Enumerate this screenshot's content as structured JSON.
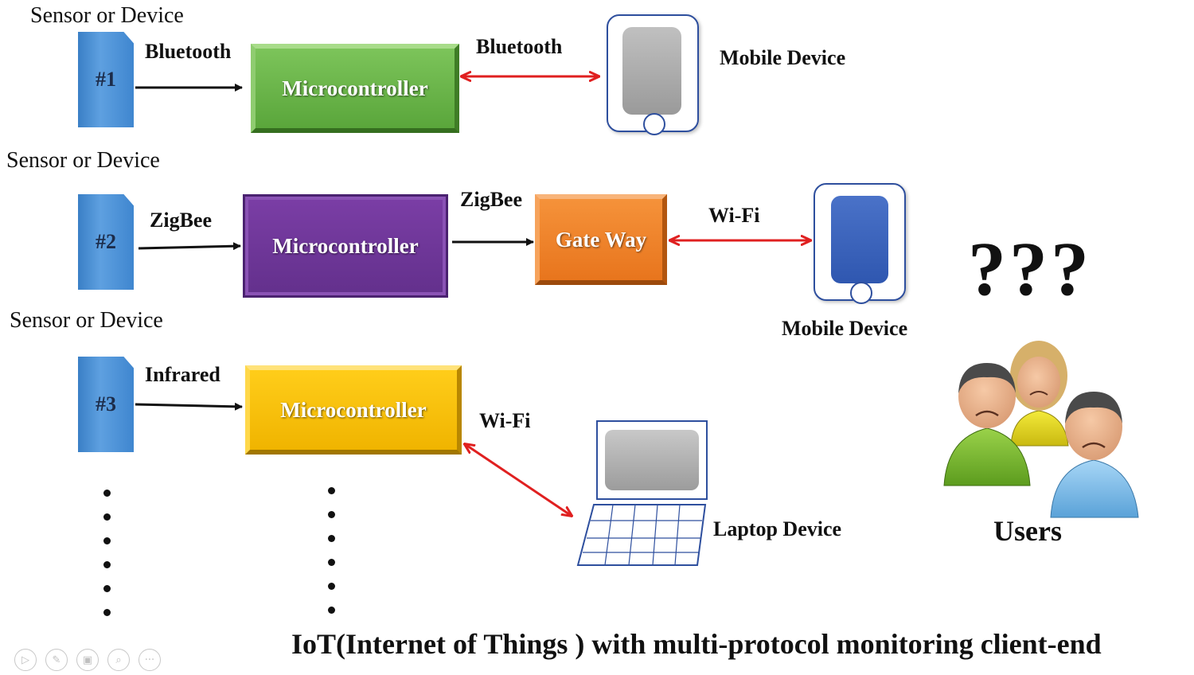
{
  "rows": [
    {
      "sensor_label": "Sensor or Device",
      "sensor_id": "#1",
      "protocol": "Bluetooth",
      "microcontroller": "Microcontroller",
      "link_protocol": "Bluetooth",
      "device_label": "Mobile Device"
    },
    {
      "sensor_label": "Sensor or Device",
      "sensor_id": "#2",
      "protocol": "ZigBee",
      "microcontroller": "Microcontroller",
      "gateway_protocol": "ZigBee",
      "gateway": "Gate Way",
      "link_protocol": "Wi-Fi",
      "device_label": "Mobile Device"
    },
    {
      "sensor_label": "Sensor or Device",
      "sensor_id": "#3",
      "protocol": "Infrared",
      "microcontroller": "Microcontroller",
      "link_protocol": "Wi-Fi",
      "device_label": "Laptop Device"
    }
  ],
  "users": {
    "question": "???",
    "label": "Users"
  },
  "caption": "IoT(Internet of Things ) with multi-protocol monitoring client-end",
  "toolbar": {
    "play": "▷",
    "pen": "✎",
    "slides": "▣",
    "zoom": "⌕",
    "more": "···"
  },
  "colors": {
    "arrow_black": "#111111",
    "arrow_red": "#e02020",
    "mc_green": "#5aa63b",
    "mc_purple": "#6a3494",
    "mc_yellow": "#f5bb00",
    "gateway_orange": "#ec7a22",
    "sensor_blue": "#4a8fd6"
  }
}
